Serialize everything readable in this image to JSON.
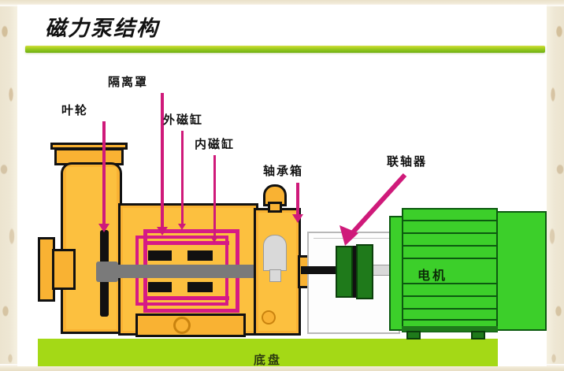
{
  "slide": {
    "title": "磁力泵结构",
    "accent_bar_color": "#8cc41b",
    "background_color": "#ffffff"
  },
  "callouts": [
    {
      "id": "impeller",
      "label": "叶轮",
      "arrow": "down",
      "arrow_color": "#cf1a7a"
    },
    {
      "id": "isolation-sleeve",
      "label": "隔离罩",
      "arrow": "down",
      "arrow_color": "#cf1a7a"
    },
    {
      "id": "outer-magnet",
      "label": "外磁缸",
      "arrow": "down",
      "arrow_color": "#cf1a7a"
    },
    {
      "id": "inner-magnet",
      "label": "内磁缸",
      "arrow": "down",
      "arrow_color": "#cf1a7a"
    },
    {
      "id": "bearing-housing",
      "label": "轴承箱",
      "arrow": "down",
      "arrow_color": "#cf1a7a"
    },
    {
      "id": "coupling",
      "label": "联轴器",
      "arrow": "diagonal",
      "arrow_color": "#cf1a7a"
    }
  ],
  "parts": {
    "motor_label": "电机",
    "baseplate_label": "底盘",
    "pump_body_color": "#f9b233",
    "motor_color": "#3ccf2a",
    "coupling_color": "#1f7a1b",
    "baseplate_color": "#a4d916",
    "magnet_outline_color": "#d61a86",
    "shaft_color": "#7a7a7a"
  }
}
